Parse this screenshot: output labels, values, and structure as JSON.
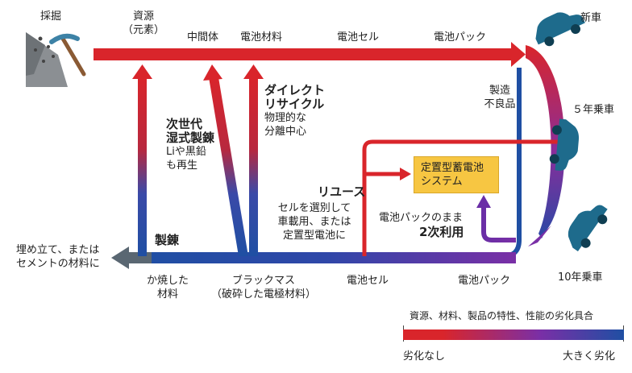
{
  "labels": {
    "mining": "採掘",
    "resource_line1": "資源",
    "resource_line2": "（元素）",
    "intermediate": "中間体",
    "materials": "電池材料",
    "cell_top": "電池セル",
    "pack_top": "電池パック",
    "new_car": "新車",
    "defect_line1": "製造",
    "defect_line2": "不良品",
    "car5": "５年乗車",
    "car10": "10年乗車",
    "hydro_line1": "次世代",
    "hydro_line2": "湿式製錬",
    "hydro_line3": "Liや黒鉛",
    "hydro_line4": "も再生",
    "direct_line1": "ダイレクト",
    "direct_line2": "リサイクル",
    "direct_line3": "物理的な",
    "direct_line4": "分離中心",
    "reuse": "リユース",
    "select_line1": "セルを選別して",
    "select_line2": "車載用、または",
    "select_line3": "定置型電池に",
    "storage_line1": "定置型蓄電池",
    "storage_line2": "システム",
    "pack_as_is": "電池パックのまま",
    "second_use": "2次利用",
    "smelting": "製錬",
    "landfill_line1": "埋め立て、または",
    "landfill_line2": "セメントの材料に",
    "calcined_line1": "か焼した",
    "calcined_line2": "材料",
    "blackmass_line1": "ブラックマス",
    "blackmass_line2": "（破砕した電極材料）",
    "cell_bottom": "電池セル",
    "pack_bottom": "電池パック"
  },
  "legend": {
    "title": "資源、材料、製品の特性、性能の劣化具合",
    "low": "劣化なし",
    "high": "大きく劣化"
  },
  "colors": {
    "fresh": "#d9252b",
    "mid": "#7a2fa6",
    "degraded": "#1f4fa3",
    "storage": "#f7c642",
    "car": "#1e6b8c",
    "landfill_arrow": "#5a6772"
  },
  "icons": [
    "mine-icon",
    "pickaxe-icon",
    "car-icon"
  ]
}
